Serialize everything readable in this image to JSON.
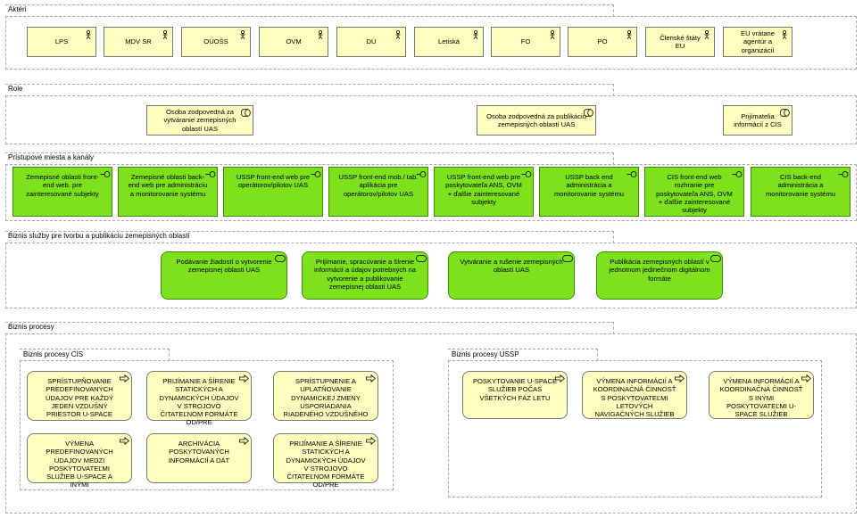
{
  "groups": {
    "aktori": "Aktéri",
    "role": "Role",
    "pristupove": "Prístupové miesta a kanály",
    "biznis_sluzby": "Biznis služby pre tvorbu a publikáciu zemepisných oblastí",
    "biznis_procesy": "Biznis procesy",
    "procesy_cis": "Biznis procesy CIS",
    "procesy_ussp": "Biznis procesy USSP"
  },
  "actors": [
    "LPS",
    "MDV SR",
    "OÚOŠS",
    "OVM",
    "DÚ",
    "Letiská",
    "FO",
    "PO",
    "Členské štáty EU",
    "EU vrátane agentúr a organizácií"
  ],
  "roles": [
    "Osoba zodpovedná za vytváranie zemepisných oblastí UAS",
    "Osoba zodpovedná za publikáciu zemepisných oblastí UAS",
    "Prijímatelia informácií z CIS"
  ],
  "interfaces": [
    "Zemepisné oblasti front-end web. pre zainteresované subjekty",
    "Zemepisné oblasti back-end web pre administráciu a monitorovanie systému",
    "USSP front-end web pre operátorov/pilotov UAS",
    "USSP front-end mob./ tab. aplikácia pre operátorov/pilotov UAS",
    "USSP front-end web pre poskytovateľa ANS, OVM + ďalšie zainteresované subjekty",
    "USSP back end administrácia a monitorovanie systému",
    "CIS front-end web rozhranie pre poskytovateľa ANS, OVM + ďalšie zainteresované subjekty",
    "CIS back-end administrácia a monitorovanie systému"
  ],
  "services": [
    "Podávanie žiadostí o vytvorenie zemepisnej oblasti UAS",
    "Prijímanie, spracúvanie a šírenie informácií a údajov potrebných na vytvorenie a publikovanie zemepisnej oblasti UAS",
    "Vytváranie a rušenie zemepisných oblastí UAS",
    "Publikácia zemepisných oblastí v jednotnom jedinečnom digitálnom formáte"
  ],
  "processes_cis": [
    "SPRÍSTUPŇOVANIE PREDEFINOVANÝCH ÚDAJOV PRE KAŽDÝ JEDEN VZDUŠNÝ PRIESTOR U-SPACE",
    "PRIJÍMANIE A ŠÍRENIE STATICKÝCH A DYNAMICKÝCH ÚDAJOV V STROJOVO ČITATEĽNOM FORMÁTE OD/PRE",
    "SPRÍSTUPNENIE A UPLATŇOVANIE DYNAMICKEJ ZMENY USPORIADANIA RIADENÉHO VZDUŠNÉHO",
    "VÝMENA PREDEFINOVANÝCH ÚDAJOV MEDZI POSKYTOVATEĽMI SLUŽIEB U-SPACE A INÝMI",
    "ARCHIVÁCIA POSKYTOVANÝCH INFORMÁCIÍ A DÁT",
    "PRIJÍMANIE A ŠÍRENIE STATICKÝCH A DYNAMICKÝCH ÚDAJOV V STROJOVO ČITATEĽNOM FORMÁTE OD/PRE"
  ],
  "processes_ussp": [
    "POSKYTOVANIE U-SPACE SLUŽIEB POČAS VŠETKÝCH FÁZ LETU",
    "VÝMENA INFORMÁCIÍ A KOORDINAČNÁ ČINNOSŤ S POSKYTOVATEĽMI LETOVÝCH NAVIGAČNÝCH SLUŽIEB",
    "VÝMENA INFORMÁCIÍ A KOORDINAČNÁ ČINNOSŤ S INÝMI POSKYTOVATEĽMI U-SPACE SLUŽIEB"
  ],
  "colors": {
    "actor_fill": "#ffffc0",
    "interface_fill": "#7de11c",
    "border": "#777777"
  }
}
